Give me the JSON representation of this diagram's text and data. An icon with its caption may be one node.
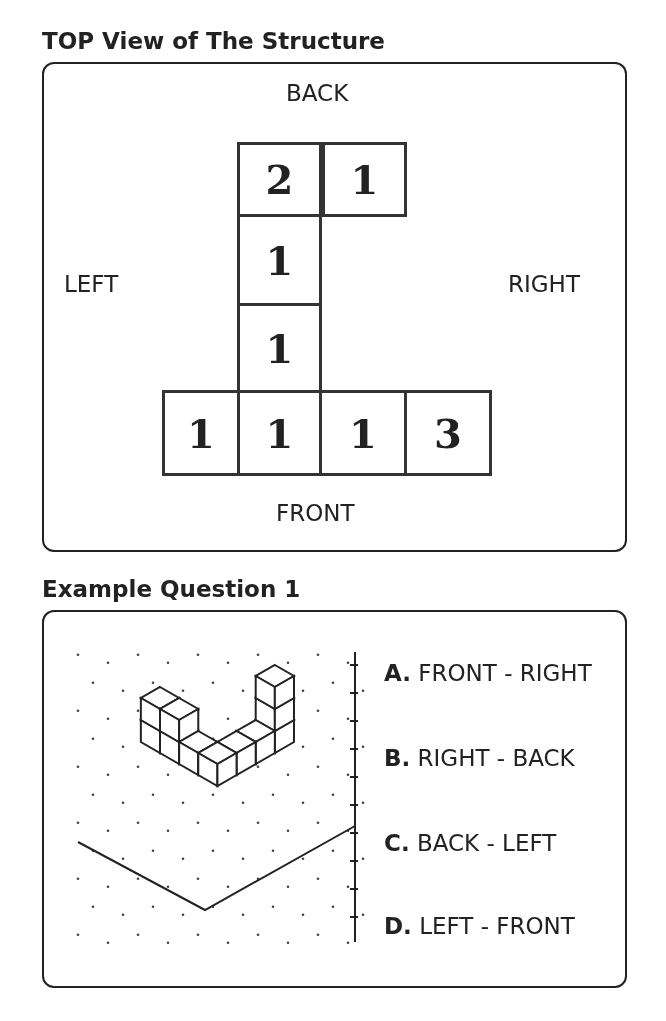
{
  "diagram": {
    "nodes": [
      {
        "text": [
          "TOP View of The Structure"
        ]
      },
      {
        "text": [
          "2"
        ],
        "in": 0
      },
      {
        "text": [
          "1"
        ],
        "in": 0
      },
      {
        "text": [
          "1"
        ],
        "in": 0
      },
      {
        "text": [
          "1"
        ],
        "in": 0
      },
      {
        "text": [
          "1"
        ],
        "in": 0
      },
      {
        "text": [
          "1"
        ],
        "in": 0
      },
      {
        "text": [
          "1"
        ],
        "in": 0
      },
      {
        "text": [
          "3"
        ],
        "in": 0
      },
      {
        "text": [
          "Example Question 1"
        ]
      }
    ],
    "edges": [],
    "labels": [
      "BACK",
      "LEFT",
      "RIGHT",
      "FRONT",
      "**A.** FRONT - RIGHT",
      "**B.** RIGHT - BACK",
      "**C.** BACK - LEFT",
      "**D.** LEFT - FRONT"
    ]
  }
}
